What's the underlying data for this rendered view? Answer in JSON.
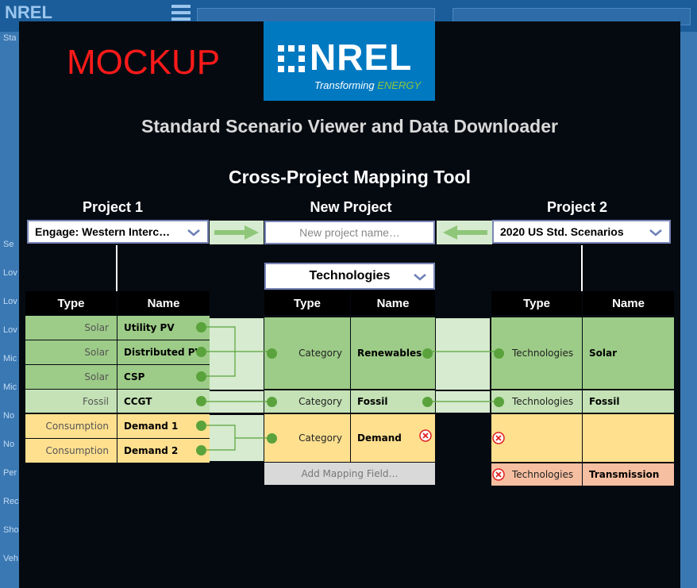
{
  "background": {
    "logo": "NREL",
    "sidebar_items": [
      "Sta",
      "Lov",
      "Lov",
      "Lov",
      "Mic",
      "Mic",
      "No",
      "No",
      "Per",
      "Rec",
      "Sho",
      "Veh",
      "Se"
    ]
  },
  "mockup": {
    "label": "MOCKUP",
    "logo_word": "NREL",
    "logo_tag_prefix": "Transforming ",
    "logo_tag_green": "ENERGY",
    "title": "Standard Scenario Viewer and Data Downloader",
    "subtitle": "Cross-Project Mapping Tool",
    "project1": {
      "label": "Project 1",
      "selected": "Engage: Western Interc…"
    },
    "new_project": {
      "label": "New Project",
      "placeholder": "New project name…"
    },
    "project2": {
      "label": "Project 2",
      "selected": "2020 US Std. Scenarios"
    },
    "technologies_select": "Technologies",
    "headers": {
      "type": "Type",
      "name": "Name"
    },
    "project1_rows": [
      {
        "type": "Solar",
        "name": "Utility PV"
      },
      {
        "type": "Solar",
        "name": "Distributed PV"
      },
      {
        "type": "Solar",
        "name": "CSP"
      },
      {
        "type": "Fossil",
        "name": "CCGT"
      },
      {
        "type": "Consumption",
        "name": "Demand 1"
      },
      {
        "type": "Consumption",
        "name": "Demand 2"
      }
    ],
    "new_rows": [
      {
        "type": "Category",
        "name": "Renewables"
      },
      {
        "type": "Category",
        "name": "Fossil"
      },
      {
        "type": "Category",
        "name": "Demand"
      }
    ],
    "add_mapping": "Add Mapping Field…",
    "project2_rows": [
      {
        "type": "Technologies",
        "name": "Solar"
      },
      {
        "type": "Technologies",
        "name": "Fossil"
      },
      {
        "type": "",
        "name": ""
      },
      {
        "type": "Technologies",
        "name": "Transmission"
      }
    ],
    "colors": {
      "green_dark": "#9dcc88",
      "green_light": "#c4e2b5",
      "yellow": "#ffe08f",
      "salmon": "#f7bfa1",
      "dot": "#5aa33c",
      "nrel_blue": "#0079c1",
      "mockup_red": "#ff1a1a"
    }
  }
}
